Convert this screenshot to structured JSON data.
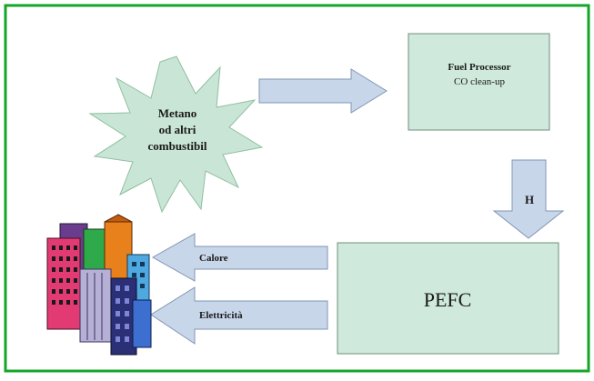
{
  "source": {
    "line1": "Metano",
    "line2": "od altri",
    "line3": "combustibil"
  },
  "fuel_processor": {
    "title": "Fuel Processor",
    "subtitle": "CO clean-up"
  },
  "hydrogen_arrow": {
    "label": "H"
  },
  "pefc": {
    "label": "PEFC"
  },
  "outputs": {
    "heat_label": "Calore",
    "electricity_label": "Elettricità"
  },
  "colors": {
    "border": "#14a628",
    "box_fill": "#cfe9dc",
    "arrow_fill": "#c8d6ea",
    "starburst_fill": "#c9e5d6",
    "text": "#1a1a1a"
  },
  "icons": {
    "buildings": "buildings-icon"
  }
}
